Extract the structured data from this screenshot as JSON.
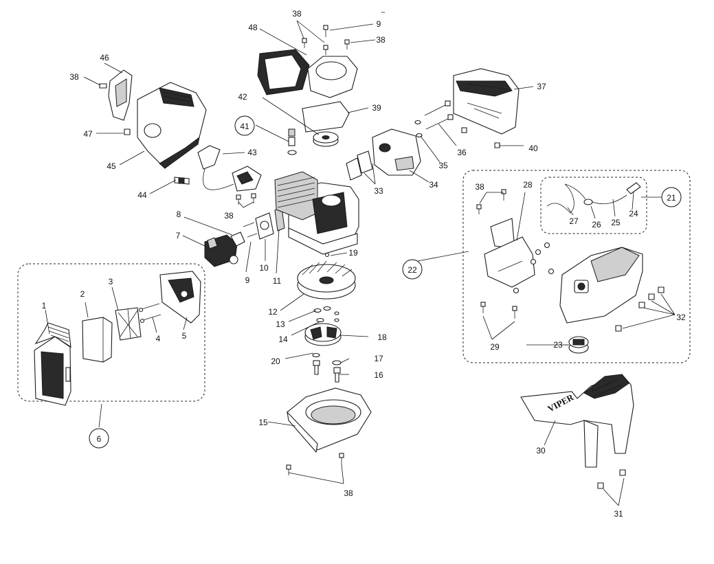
{
  "labels": {
    "p1": "1",
    "p2": "2",
    "p3": "3",
    "p4": "4",
    "p5": "5",
    "p6": "6",
    "p7": "7",
    "p8": "8",
    "p9a": "9",
    "p9b": "9",
    "p10": "10",
    "p11": "11",
    "p12": "12",
    "p13": "13",
    "p14": "14",
    "p15": "15",
    "p16": "16",
    "p17": "17",
    "p18": "18",
    "p19": "19",
    "p20": "20",
    "p21": "21",
    "p22": "22",
    "p23": "23",
    "p24": "24",
    "p25": "25",
    "p26": "26",
    "p27": "27",
    "p28": "28",
    "p29": "29",
    "p30": "30",
    "p31": "31",
    "p32": "32",
    "p33": "33",
    "p34": "34",
    "p35": "35",
    "p36": "36",
    "p37": "37",
    "p38a": "38",
    "p38b": "38",
    "p38c": "38",
    "p38d": "38",
    "p38e": "38",
    "p38f": "38",
    "p39": "39",
    "p40": "40",
    "p41": "41",
    "p42": "42",
    "p43": "43",
    "p44": "44",
    "p45": "45",
    "p46": "46",
    "p47": "47",
    "p48": "48"
  },
  "brand_text": "VIPER"
}
